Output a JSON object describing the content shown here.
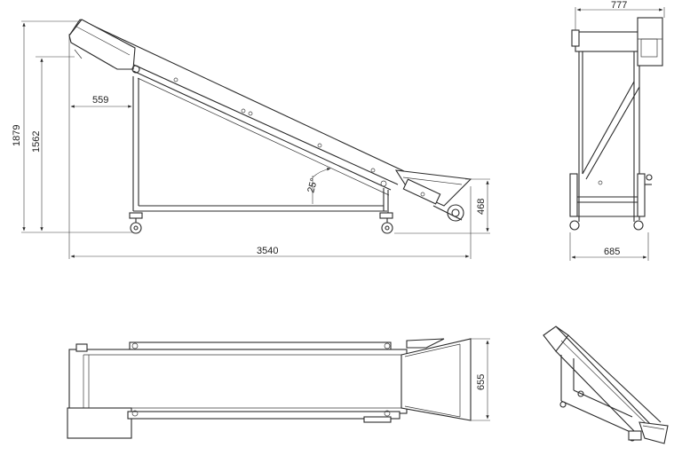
{
  "drawing": {
    "side_view": {
      "dimensions": {
        "total_height": "1879",
        "bend_height": "1562",
        "overhang": "559",
        "length": "3540",
        "inlet_height": "468",
        "angle": "25°"
      }
    },
    "end_view": {
      "dimensions": {
        "top_width": "777",
        "frame_width": "685"
      }
    },
    "top_view": {
      "dimensions": {
        "hopper_width": "655"
      }
    }
  }
}
